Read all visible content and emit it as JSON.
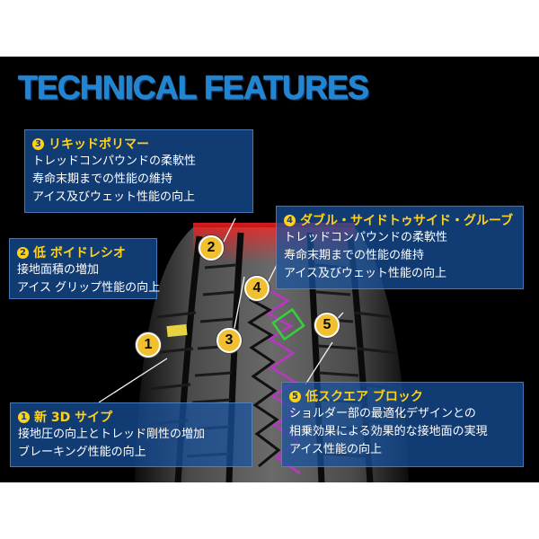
{
  "title": "TECHNICAL FEATURES",
  "colors": {
    "accent_yellow": "#ffd21a",
    "title_blue": "#1f86d6",
    "panel_blue": "#1852a0"
  },
  "features": [
    {
      "num": "1",
      "heading": "新 3D サイプ",
      "lines": [
        "接地圧の向上とトレッド剛性の増加",
        "ブレーキング性能の向上"
      ]
    },
    {
      "num": "2",
      "heading": "低 ボイドレシオ",
      "lines": [
        "接地面積の増加",
        "アイス グリップ性能の向上"
      ]
    },
    {
      "num": "3",
      "heading": "リキッドポリマー",
      "lines": [
        "トレッドコンパウンドの柔軟性",
        "寿命末期までの性能の維持",
        "アイス及びウェット性能の向上"
      ]
    },
    {
      "num": "4",
      "heading": "ダブル・サイドトゥサイド・グルーブ",
      "lines": [
        "トレッドコンパウンドの柔軟性",
        "寿命末期までの性能の維持",
        "アイス及びウェット性能の向上"
      ]
    },
    {
      "num": "5",
      "heading": "低スクエア ブロック",
      "lines": [
        "ショルダー部の最適化デザインとの",
        "相乗効果による効果的な接地面の実現",
        "アイス性能の向上"
      ]
    }
  ],
  "markers": [
    "1",
    "2",
    "3",
    "4",
    "5"
  ]
}
